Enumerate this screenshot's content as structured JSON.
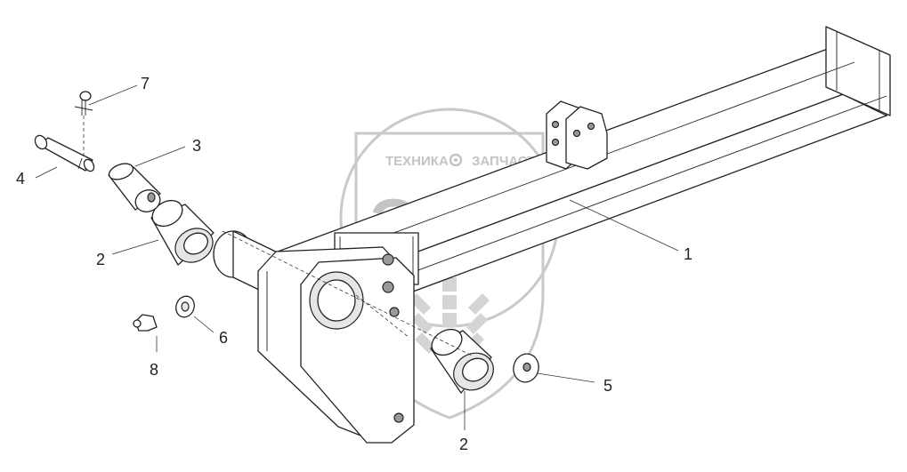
{
  "watermark": {
    "top_text_left": "ТЕХНИКА",
    "top_text_right": "ЗАПЧАСТИ",
    "logo_letters": "ЭПФ",
    "gear_icon": "gear-icon"
  },
  "callouts": {
    "c1": "1",
    "c2a": "2",
    "c2b": "2",
    "c3": "3",
    "c4": "4",
    "c5": "5",
    "c6": "6",
    "c7": "7",
    "c8": "8"
  }
}
